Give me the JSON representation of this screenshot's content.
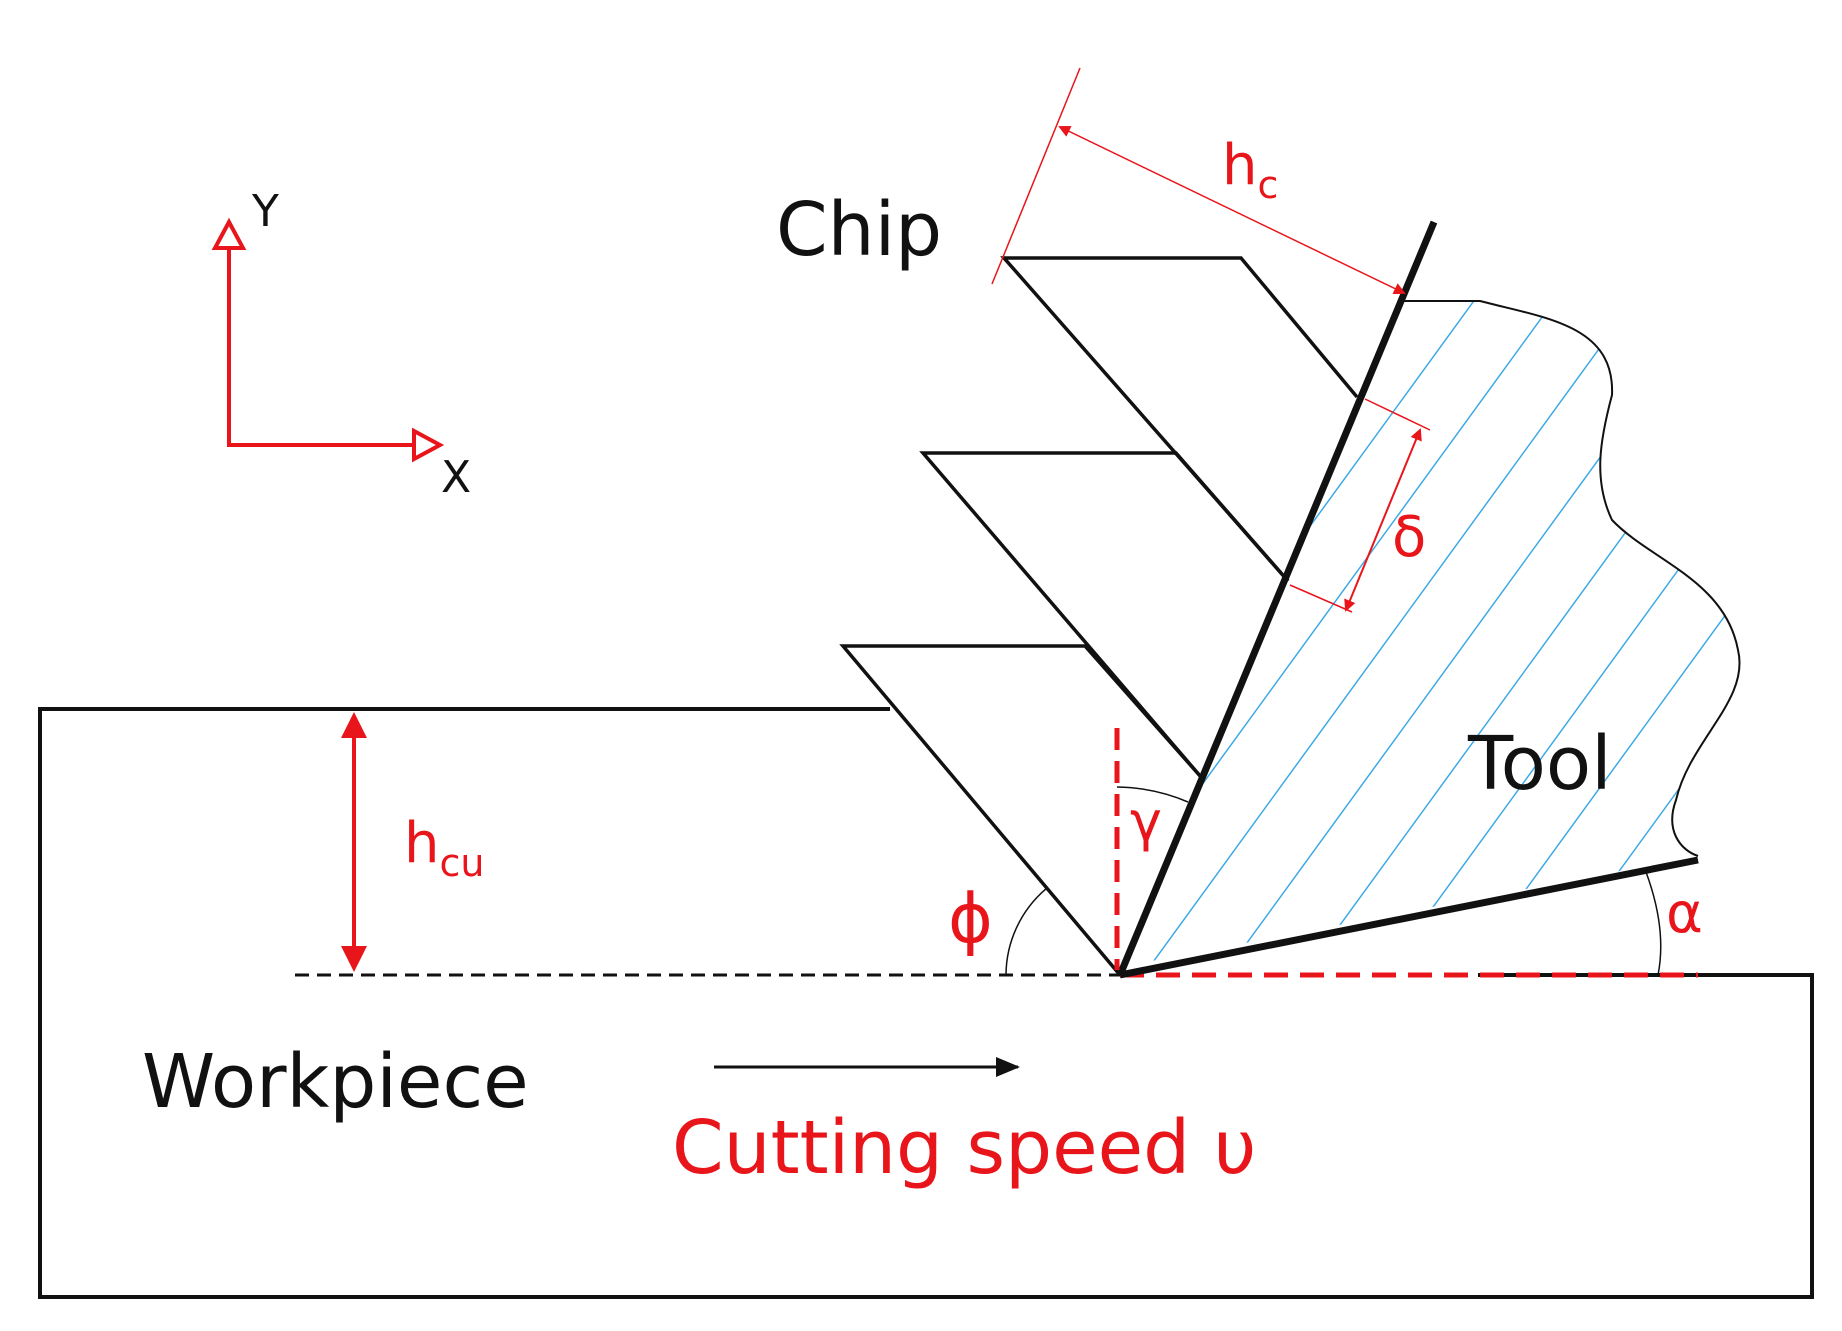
{
  "colors": {
    "ink": "#111111",
    "annotation": "#e8151b",
    "hatch": "#3fa9e6",
    "background": "#ffffff"
  },
  "axes": {
    "y_label": "Y",
    "x_label": "X"
  },
  "labels": {
    "chip": "Chip",
    "tool": "Tool",
    "workpiece": "Workpiece",
    "cutting_speed": "Cutting speed υ"
  },
  "symbols": {
    "chip_thickness_base": "h",
    "chip_thickness_sub": "c",
    "uncut_thickness_base": "h",
    "uncut_thickness_sub": "cu",
    "segment_spacing": "δ",
    "shear_angle": "ϕ",
    "rake_angle": "γ",
    "clearance_angle": "α"
  }
}
